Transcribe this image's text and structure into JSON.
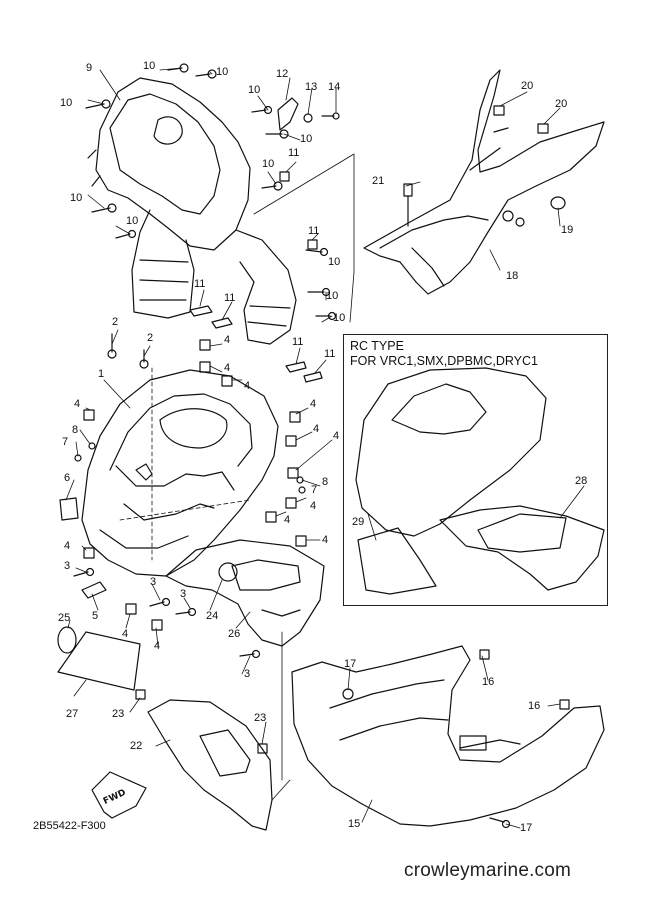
{
  "diagram": {
    "inset": {
      "title_line1": "RC TYPE",
      "title_line2": "FOR VRC1,SMX,DPBMC,DRYC1"
    },
    "drawing_code": "2B55422-F300",
    "website": "crowleymarine.com",
    "fwd_label": "FWD",
    "labels": {
      "l9": "9",
      "l10a": "10",
      "l10b": "10",
      "l10c": "10",
      "l10d": "10",
      "l10e": "10",
      "l10f": "10",
      "l10g": "10",
      "l10h": "10",
      "l10i": "10",
      "l10j": "10",
      "l10k": "10",
      "l12": "12",
      "l13": "13",
      "l14": "14",
      "l11a": "11",
      "l11b": "11",
      "l11c": "11",
      "l11d": "11",
      "l11e": "11",
      "l11f": "11",
      "l20a": "20",
      "l20b": "20",
      "l21": "21",
      "l19": "19",
      "l18": "18",
      "l2a": "2",
      "l2b": "2",
      "l1": "1",
      "l4a": "4",
      "l4b": "4",
      "l4c": "4",
      "l4d": "4",
      "l4e": "4",
      "l4f": "4",
      "l4g": "4",
      "l4h": "4",
      "l4i": "4",
      "l4j": "4",
      "l4k": "4",
      "l4l": "4",
      "l4m": "4",
      "l7a": "7",
      "l7b": "7",
      "l8a": "8",
      "l8b": "8",
      "l6": "6",
      "l3a": "3",
      "l3b": "3",
      "l3c": "3",
      "l3d": "3",
      "l5": "5",
      "l24": "24",
      "l26": "26",
      "l25": "25",
      "l27": "27",
      "l28": "28",
      "l29": "29",
      "l22": "22",
      "l23a": "23",
      "l23b": "23",
      "l17a": "17",
      "l17b": "17",
      "l16a": "16",
      "l16b": "16",
      "l15": "15"
    }
  }
}
